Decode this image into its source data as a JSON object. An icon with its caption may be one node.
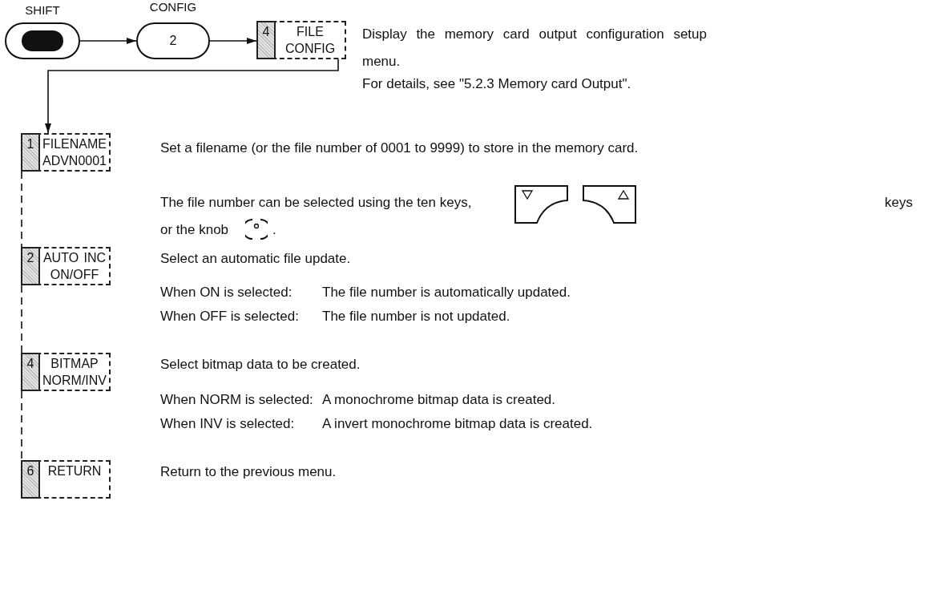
{
  "diagram": {
    "nodes": [
      {
        "text": [
          "SHIFT"
        ]
      },
      {
        "text": [
          "CONFIG",
          "2"
        ]
      },
      {
        "text": [
          "4",
          "FILE CONFIG"
        ],
        "beside": [
          "Display the memory card output configuration setup menu.",
          "For details, see \"5.2.3 Memory card Output\"."
        ]
      },
      {
        "text": [
          "1",
          "FILENAME ADVN0001"
        ],
        "beside": [
          "Set a filename (or the file number of 0001 to 9999) to store in the memory card.",
          "The file number can be selected using the ten keys,",
          "or the knob",
          "."
        ]
      },
      {
        "text": [
          "2",
          "AUTO INC ON/OFF"
        ],
        "beside": [
          "Select an automatic file update.",
          "When ON is selected:",
          "The file number is automatically updated.",
          "When OFF is selected:",
          "The file number is not updated."
        ]
      },
      {
        "text": [
          "4",
          "BITMAP NORM/INV"
        ],
        "beside": [
          "Select bitmap data to be created.",
          "When NORM is selected:",
          "A monochrome bitmap data is created.",
          "When INV is selected:",
          "A invert monochrome bitmap data is created."
        ]
      },
      {
        "text": [
          "6",
          "RETURN"
        ],
        "beside": [
          "Return to the previous menu."
        ]
      }
    ],
    "edges": [
      {
        "from": 0,
        "to": 1,
        "arrow": "to"
      },
      {
        "from": 1,
        "to": 2,
        "arrow": "to"
      },
      {
        "from": 2,
        "to": 3,
        "arrow": "to"
      },
      {
        "from": 3,
        "to": 4,
        "arrow": "none",
        "style": "dashed"
      },
      {
        "from": 4,
        "to": 5,
        "arrow": "none",
        "style": "dashed"
      },
      {
        "from": 5,
        "to": 6,
        "arrow": "none",
        "style": "dashed"
      }
    ],
    "labels": [
      "keys"
    ]
  }
}
